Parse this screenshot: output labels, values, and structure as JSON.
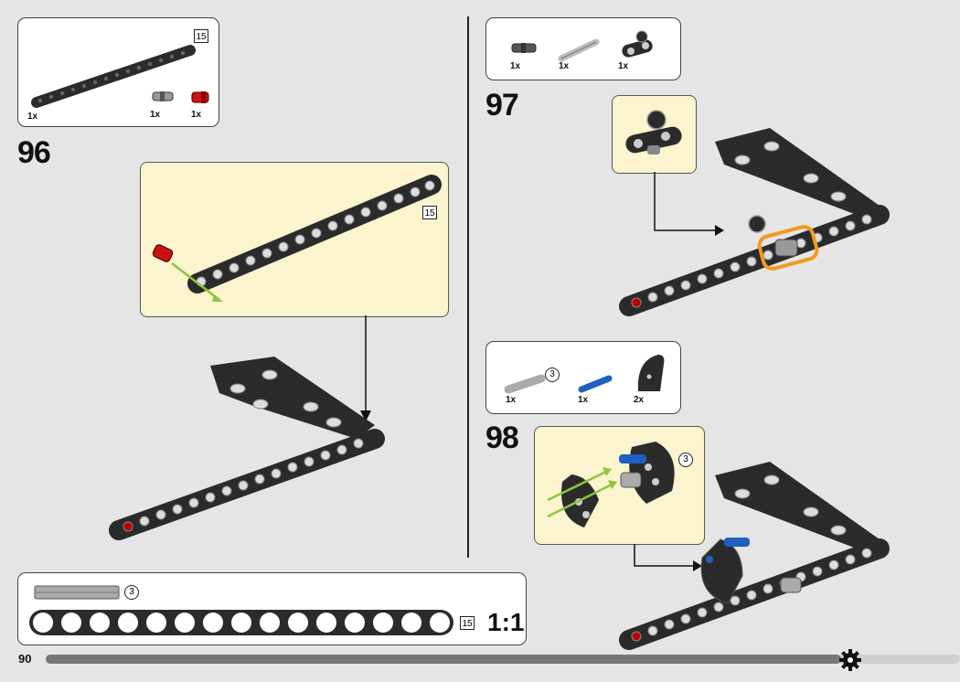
{
  "page": {
    "number": "90",
    "progress_fraction": 0.87
  },
  "step96": {
    "number": "96",
    "parts": [
      {
        "qty": "1x",
        "name": "liftarm-15-icon"
      },
      {
        "qty": "1x",
        "name": "friction-pin-grey-icon"
      },
      {
        "qty": "1x",
        "name": "axle-pin-red-icon"
      }
    ],
    "beam_len": "15",
    "sub_len": "15"
  },
  "step97": {
    "number": "97",
    "parts": [
      {
        "qty": "1x",
        "name": "friction-pin-icon"
      },
      {
        "qty": "1x",
        "name": "axle-grey-icon"
      },
      {
        "qty": "1x",
        "name": "pin-connector-icon"
      }
    ]
  },
  "step98": {
    "number": "98",
    "parts": [
      {
        "qty": "1x",
        "name": "axle-3-icon",
        "len": "3"
      },
      {
        "qty": "1x",
        "name": "blue-axle-pin-icon"
      },
      {
        "qty": "2x",
        "name": "curved-panel-icon"
      }
    ],
    "sub_len": "3"
  },
  "ruler": {
    "axle_len": "3",
    "beam_len": "15",
    "scale": "1:1"
  },
  "colors": {
    "background": "#e5e5e5",
    "callout": "#fcf3cf",
    "highlight": "#f39a1c",
    "brick": "#2b2b2b"
  }
}
